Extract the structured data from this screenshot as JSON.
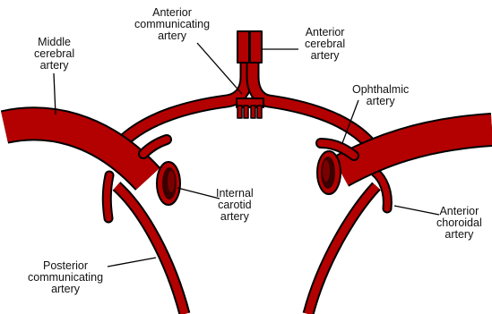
{
  "labels": {
    "middle_cerebral": [
      "Middle",
      "cerebral",
      "artery"
    ],
    "anterior_communicating": [
      "Anterior",
      "communicating",
      "artery"
    ],
    "anterior_cerebral": [
      "Anterior",
      "cerebral",
      "artery"
    ],
    "ophthalmic": [
      "Ophthalmic",
      "artery"
    ],
    "internal_carotid": [
      "Internal",
      "carotid",
      "artery"
    ],
    "posterior_communicating": [
      "Posterior",
      "communicating",
      "artery"
    ],
    "anterior_choroidal": [
      "Anterior",
      "choroidal",
      "artery"
    ]
  },
  "colors": {
    "artery": "#b30000",
    "outline": "#000000",
    "lumen": "#3a0000",
    "lumen_inner": "#7a0000",
    "leader": "#000000"
  }
}
